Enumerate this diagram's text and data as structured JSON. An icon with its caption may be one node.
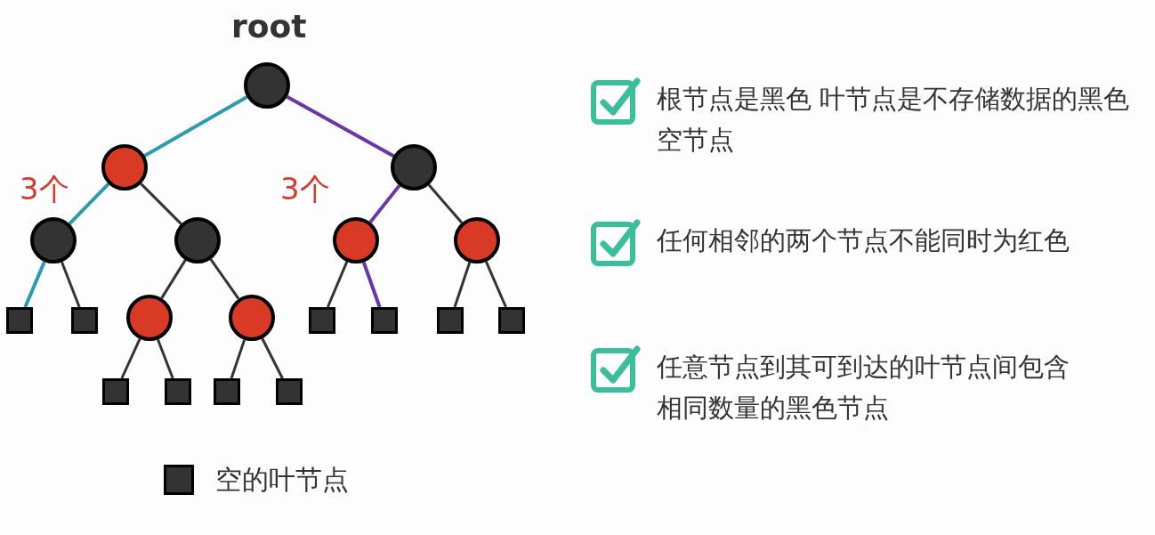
{
  "diagram": {
    "nodes": [
      {
        "text": [
          "root"
        ]
      },
      {
        "text": [],
        "shape": "circle"
      },
      {
        "text": [],
        "shape": "circle"
      },
      {
        "text": [],
        "shape": "circle"
      },
      {
        "text": [],
        "shape": "circle"
      },
      {
        "text": [],
        "shape": "circle"
      },
      {
        "text": [],
        "shape": "circle"
      },
      {
        "text": [],
        "shape": "box"
      },
      {
        "text": [],
        "shape": "box"
      },
      {
        "text": [],
        "shape": "circle"
      },
      {
        "text": [],
        "shape": "circle"
      },
      {
        "text": [],
        "shape": "box"
      },
      {
        "text": [],
        "shape": "box"
      },
      {
        "text": [],
        "shape": "box"
      },
      {
        "text": [],
        "shape": "box"
      },
      {
        "text": [],
        "shape": "box"
      },
      {
        "text": [],
        "shape": "box"
      },
      {
        "text": [],
        "shape": "box"
      },
      {
        "text": [],
        "shape": "box"
      }
    ],
    "edges": [
      {
        "from": 0,
        "to": 1,
        "arrow": "none",
        "color": "#2a9bb0"
      },
      {
        "from": 0,
        "to": 2,
        "arrow": "none",
        "color": "#6a35a8"
      },
      {
        "from": 1,
        "to": 3,
        "arrow": "none",
        "color": "#2a9bb0"
      },
      {
        "from": 1,
        "to": 4,
        "arrow": "none"
      },
      {
        "from": 2,
        "to": 5,
        "arrow": "none",
        "color": "#6a35a8"
      },
      {
        "from": 2,
        "to": 6,
        "arrow": "none"
      },
      {
        "from": 3,
        "to": 7,
        "arrow": "none",
        "color": "#2a9bb0"
      },
      {
        "from": 3,
        "to": 8,
        "arrow": "none"
      },
      {
        "from": 4,
        "to": 9,
        "arrow": "none"
      },
      {
        "from": 4,
        "to": 10,
        "arrow": "none"
      },
      {
        "from": 5,
        "to": 11,
        "arrow": "none"
      },
      {
        "from": 5,
        "to": 12,
        "arrow": "none",
        "color": "#6a35a8"
      },
      {
        "from": 6,
        "to": 13,
        "arrow": "none"
      },
      {
        "from": 6,
        "to": 14,
        "arrow": "none"
      },
      {
        "from": 9,
        "to": 15,
        "arrow": "none"
      },
      {
        "from": 9,
        "to": 16,
        "arrow": "none"
      },
      {
        "from": 10,
        "to": 17,
        "arrow": "none"
      },
      {
        "from": 10,
        "to": 18,
        "arrow": "none"
      }
    ],
    "labels": [
      "3个",
      "3个",
      "根节点是黑色 叶节点是不存储数据的黑色空节点",
      "任何相邻的两个节点不能同时为红色",
      "任意节点到其可到达的叶节点间包含相同数量的黑色节点"
    ],
    "legend": [
      {
        "text": "空的叶节点"
      }
    ]
  }
}
